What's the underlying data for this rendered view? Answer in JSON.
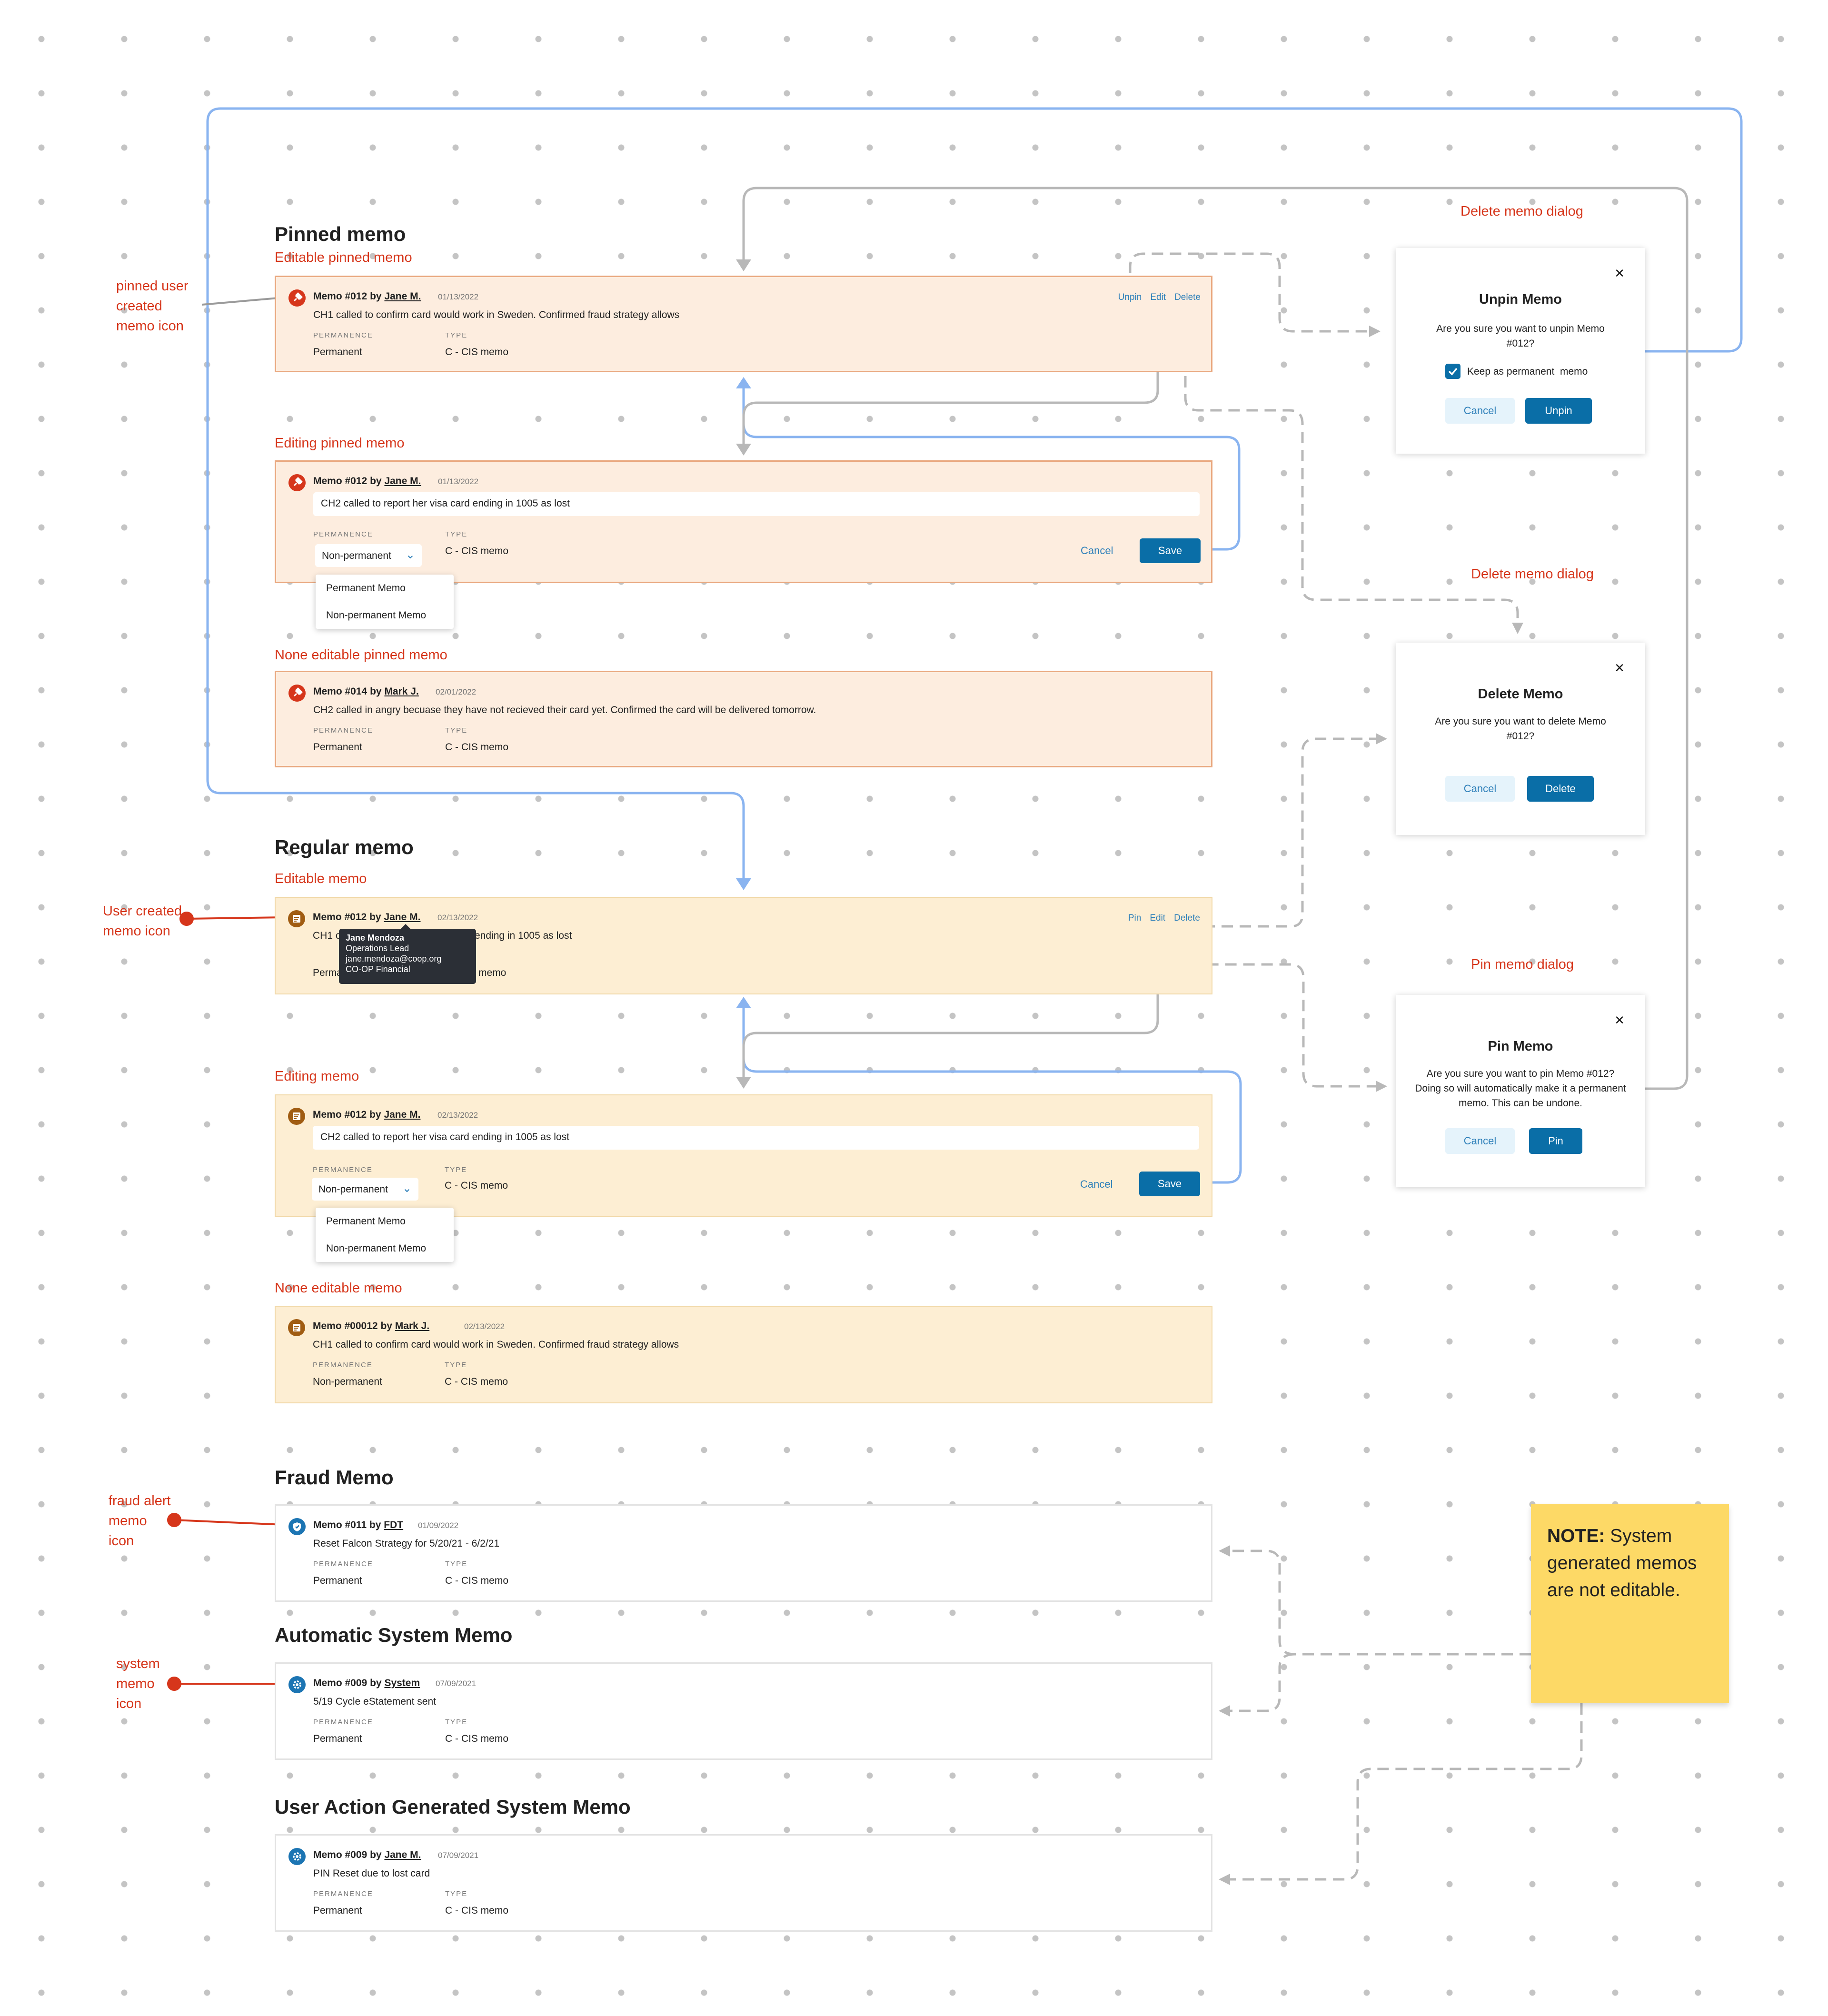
{
  "colors": {
    "accent_red": "#d6361b",
    "primary_blue": "#0a6ea7",
    "link_blue": "#2d7fb9",
    "flow_blue": "#8ab4f0",
    "flow_gray": "#b8b8b8",
    "pinned_bg": "#fdeddf",
    "regular_bg": "#fdeed3",
    "note_yellow": "#fdd966"
  },
  "labels": {
    "permanence": "PERMANENCE",
    "type": "TYPE",
    "by": "by"
  },
  "sections": {
    "pinned": {
      "title": "Pinned memo",
      "editable_label": "Editable pinned memo",
      "editing_label": "Editing pinned memo",
      "noneditable_label": "None editable pinned memo"
    },
    "regular": {
      "title": "Regular memo",
      "editable_label": "Editable memo",
      "editing_label": "Editing memo",
      "noneditable_label": "None editable memo"
    },
    "fraud": {
      "title": "Fraud Memo"
    },
    "auto_system": {
      "title": "Automatic System Memo"
    },
    "user_action_system": {
      "title": "User Action Generated System Memo"
    }
  },
  "memos": {
    "pinned_editable": {
      "number": "Memo #012",
      "author": "Jane M.",
      "date": "01/13/2022",
      "body": "CH1 called to confirm card would work in Sweden. Confirmed fraud strategy allows",
      "permanence": "Permanent",
      "type": "C - CIS memo",
      "actions": [
        "Unpin",
        "Edit",
        "Delete"
      ]
    },
    "pinned_editing": {
      "number": "Memo #012",
      "author": "Jane M.",
      "date": "01/13/2022",
      "input_value": "CH2 called to report her visa card ending in 1005 as lost",
      "select_value": "Non-permanent",
      "type": "C - CIS memo",
      "dropdown_options": [
        "Permanent Memo",
        "Non-permanent Memo"
      ],
      "cancel_label": "Cancel",
      "save_label": "Save"
    },
    "pinned_noneditable": {
      "number": "Memo #014",
      "author": "Mark J.",
      "date": "02/01/2022",
      "body": "CH2 called in angry becuase they have not recieved their card yet. Confirmed the card will be delivered tomorrow.",
      "permanence": "Permanent",
      "type": "C - CIS memo"
    },
    "regular_editable": {
      "number": "Memo #012",
      "author": "Jane M.",
      "date": "02/13/2022",
      "body_start": "CH1 c",
      "body_end": "ending in 1005 as lost",
      "permanence_partial": "Perma",
      "type_partial": "memo",
      "actions": [
        "Pin",
        "Edit",
        "Delete"
      ],
      "tooltip": {
        "name": "Jane Mendoza",
        "role": "Operations Lead",
        "email": "jane.mendoza@coop.org",
        "org": "CO-OP Financial"
      }
    },
    "regular_editing": {
      "number": "Memo #012",
      "author": "Jane M.",
      "date": "02/13/2022",
      "input_value": "CH2 called to report her visa card ending in 1005 as lost",
      "select_value": "Non-permanent",
      "type": "C - CIS memo",
      "dropdown_options": [
        "Permanent Memo",
        "Non-permanent Memo"
      ],
      "cancel_label": "Cancel",
      "save_label": "Save"
    },
    "regular_noneditable": {
      "number": "Memo #00012",
      "author": "Mark J.",
      "date": "02/13/2022",
      "body": "CH1 called to confirm card would work in Sweden. Confirmed fraud strategy allows",
      "permanence": "Non-permanent",
      "type": "C - CIS memo"
    },
    "fraud": {
      "number": "Memo #011",
      "author": "FDT",
      "date": "01/09/2022",
      "body": "Reset Falcon Strategy for 5/20/21 - 6/2/21",
      "permanence": "Permanent",
      "type": "C - CIS memo"
    },
    "auto_system": {
      "number": "Memo #009",
      "author": "System",
      "date": "07/09/2021",
      "body": "5/19 Cycle eStatement sent",
      "permanence": "Permanent",
      "type": "C - CIS memo"
    },
    "user_action_system": {
      "number": "Memo #009",
      "author": "Jane M.",
      "date": "07/09/2021",
      "body": "PIN Reset due to lost card",
      "permanence": "Permanent",
      "type": "C - CIS memo"
    }
  },
  "dialogs": {
    "unpin": {
      "caption": "Delete memo dialog",
      "title": "Unpin Memo",
      "body": "Are you sure you want to unpin Memo #012?",
      "checkbox_label": "Keep as permanent  memo",
      "checkbox_checked": true,
      "cancel_label": "Cancel",
      "confirm_label": "Unpin"
    },
    "delete": {
      "caption": "Delete memo dialog",
      "title": "Delete Memo",
      "body": "Are you sure you want to delete Memo #012?",
      "cancel_label": "Cancel",
      "confirm_label": "Delete"
    },
    "pin": {
      "caption": "Pin memo dialog",
      "title": "Pin Memo",
      "body": "Are you sure you want to pin Memo #012? Doing so will automatically make it a permanent memo. This can be undone.",
      "cancel_label": "Cancel",
      "confirm_label": "Pin"
    }
  },
  "annotations": {
    "pinned_icon": "pinned user\ncreated\nmemo icon",
    "user_icon": "User created\nmemo icon",
    "fraud_icon": "fraud alert\nmemo\nicon",
    "system_icon": "system\nmemo\nicon"
  },
  "note": {
    "bold": "NOTE:",
    "text": " System generated memos are not editable."
  }
}
